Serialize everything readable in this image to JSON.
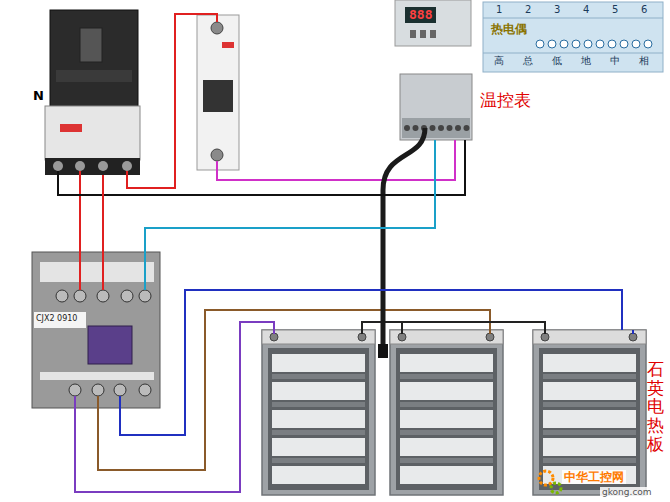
{
  "diagram": {
    "nodes": [
      {
        "text": [
          "N"
        ]
      },
      {
        "text": [
          "888",
          "温控表"
        ]
      },
      {
        "text": [
          "热电偶"
        ]
      },
      {
        "text": [
          "CJX2 0910"
        ]
      },
      {
        "text": [
          "石英电热板"
        ]
      }
    ],
    "edges": [
      {
        "from": 0,
        "to": 1,
        "arrow": "none"
      },
      {
        "from": 0,
        "to": 3,
        "arrow": "none"
      },
      {
        "from": 1,
        "to": 3,
        "arrow": "none"
      },
      {
        "from": 3,
        "to": 4,
        "arrow": "none"
      }
    ],
    "labels": [
      "1",
      "2",
      "3",
      "4",
      "5",
      "6",
      "高",
      "总",
      "低",
      "地",
      "中",
      "相",
      "中华工控网",
      "gkong.com"
    ]
  }
}
